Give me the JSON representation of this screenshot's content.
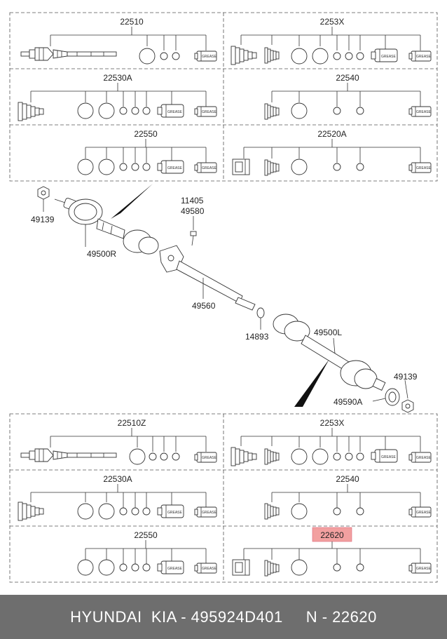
{
  "upper_kits": {
    "r1_left": "22510",
    "r1_right": "2253X",
    "r2_left": "22530A",
    "r2_right": "22540",
    "r3_left": "22550",
    "r3_right": "22520A"
  },
  "lower_kits": {
    "r1_left": "22510Z",
    "r1_right": "2253X",
    "r2_left": "22530A",
    "r2_right": "22540",
    "r3_left": "22550",
    "r3_right": "22620"
  },
  "assembly": {
    "nut_left": "49139",
    "joint_right": "49500R",
    "bolt_a": "11405",
    "bolt_b": "49580",
    "shaft": "49560",
    "ring": "14893",
    "joint_left": "49500L",
    "nut_right": "49139",
    "tone_ring": "49590A"
  },
  "grease_label": "GREASE",
  "highlight": {
    "label": "22620",
    "color": "#f2a0a0"
  },
  "footer": {
    "text": "HYUNDAI  KIA - 495924D401     N - 22620"
  }
}
